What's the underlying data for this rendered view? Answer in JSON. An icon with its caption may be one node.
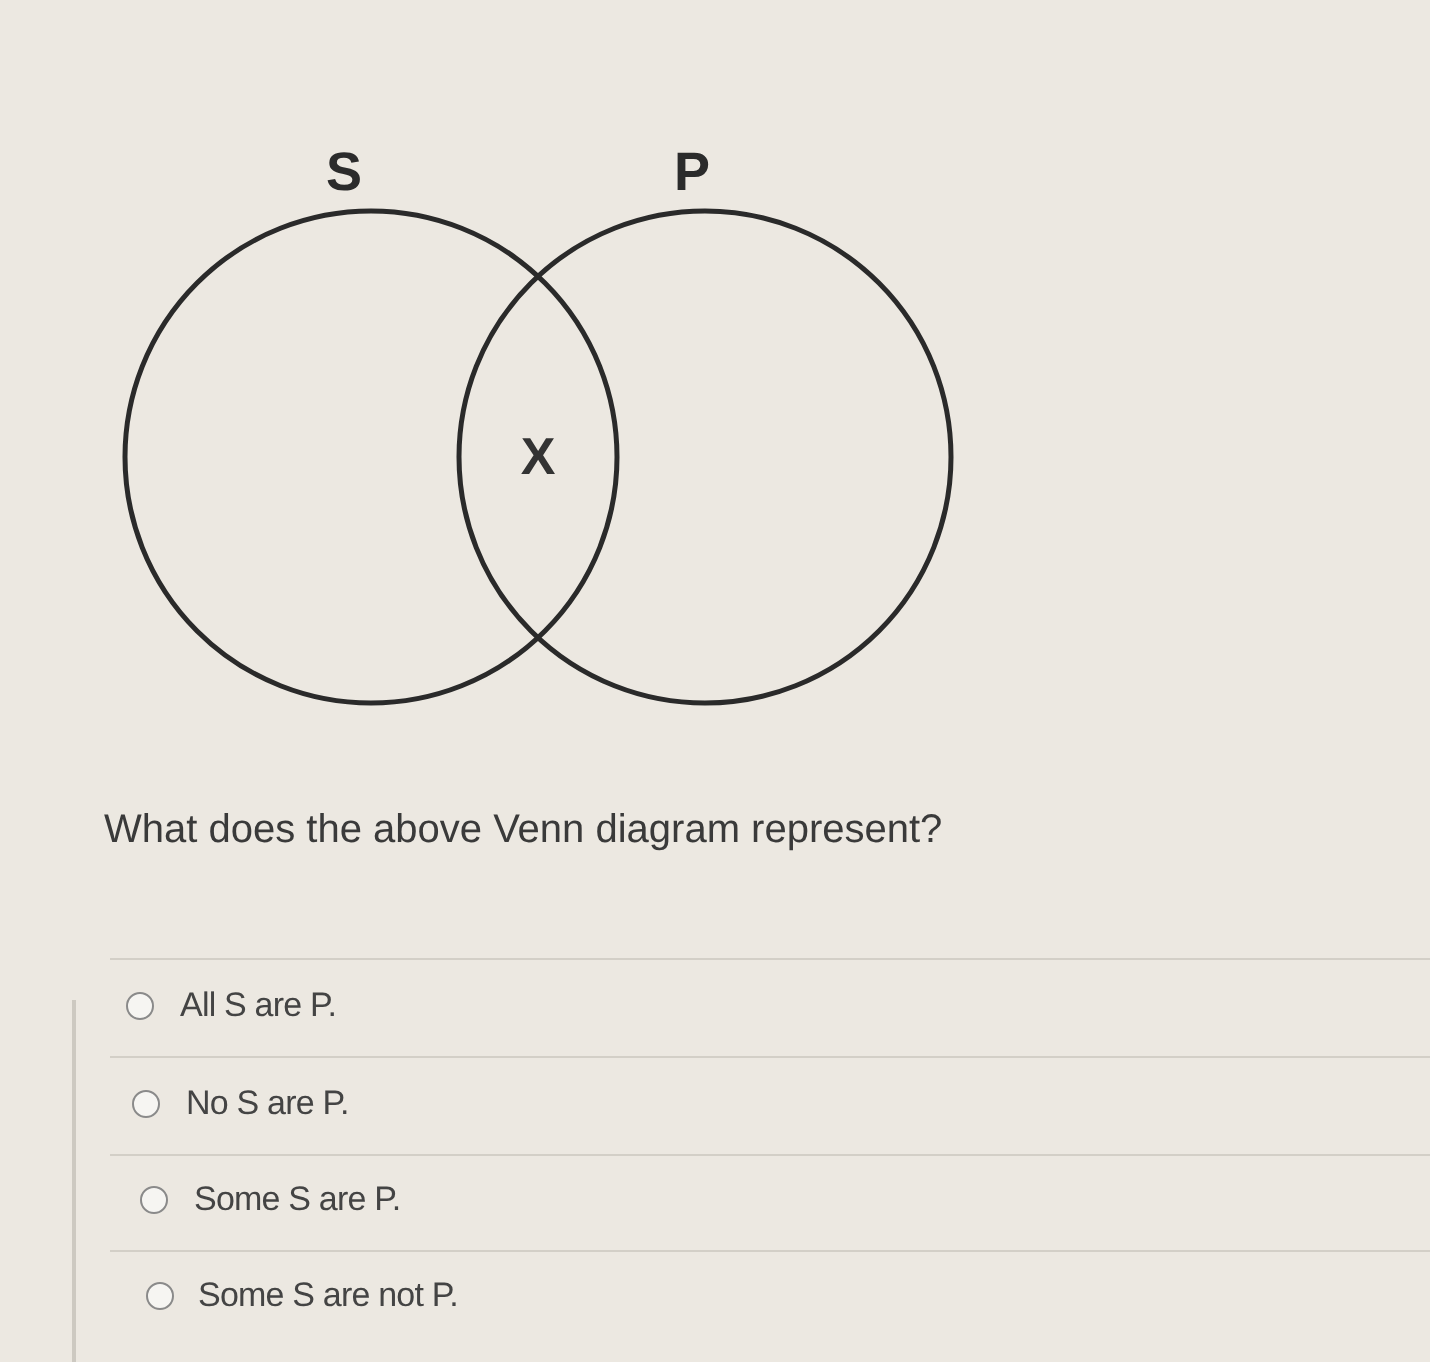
{
  "diagram": {
    "nodes": [
      {
        "text": [
          "S"
        ]
      },
      {
        "text": [
          "P"
        ]
      }
    ],
    "labels": [
      "X",
      "What does the above Venn diagram represent?",
      "All S are P.",
      "No S are P.",
      "Some S are P.",
      "Some S are not P."
    ]
  }
}
